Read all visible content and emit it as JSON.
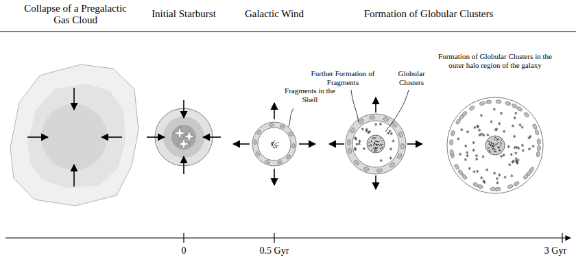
{
  "diagram": {
    "labels": [
      "Collapse of a Pregalactic Gas Cloud",
      "Initial Starburst",
      "Galactic Wind",
      "Formation of Globular Clusters",
      "Fragments in the Shell",
      "Further Formation of Fragments",
      "Globular Clusters",
      "Formation of Globular Clusters in the outer halo region of the galaxy",
      "0",
      "0.5 Gyr",
      "3 Gyr"
    ]
  }
}
